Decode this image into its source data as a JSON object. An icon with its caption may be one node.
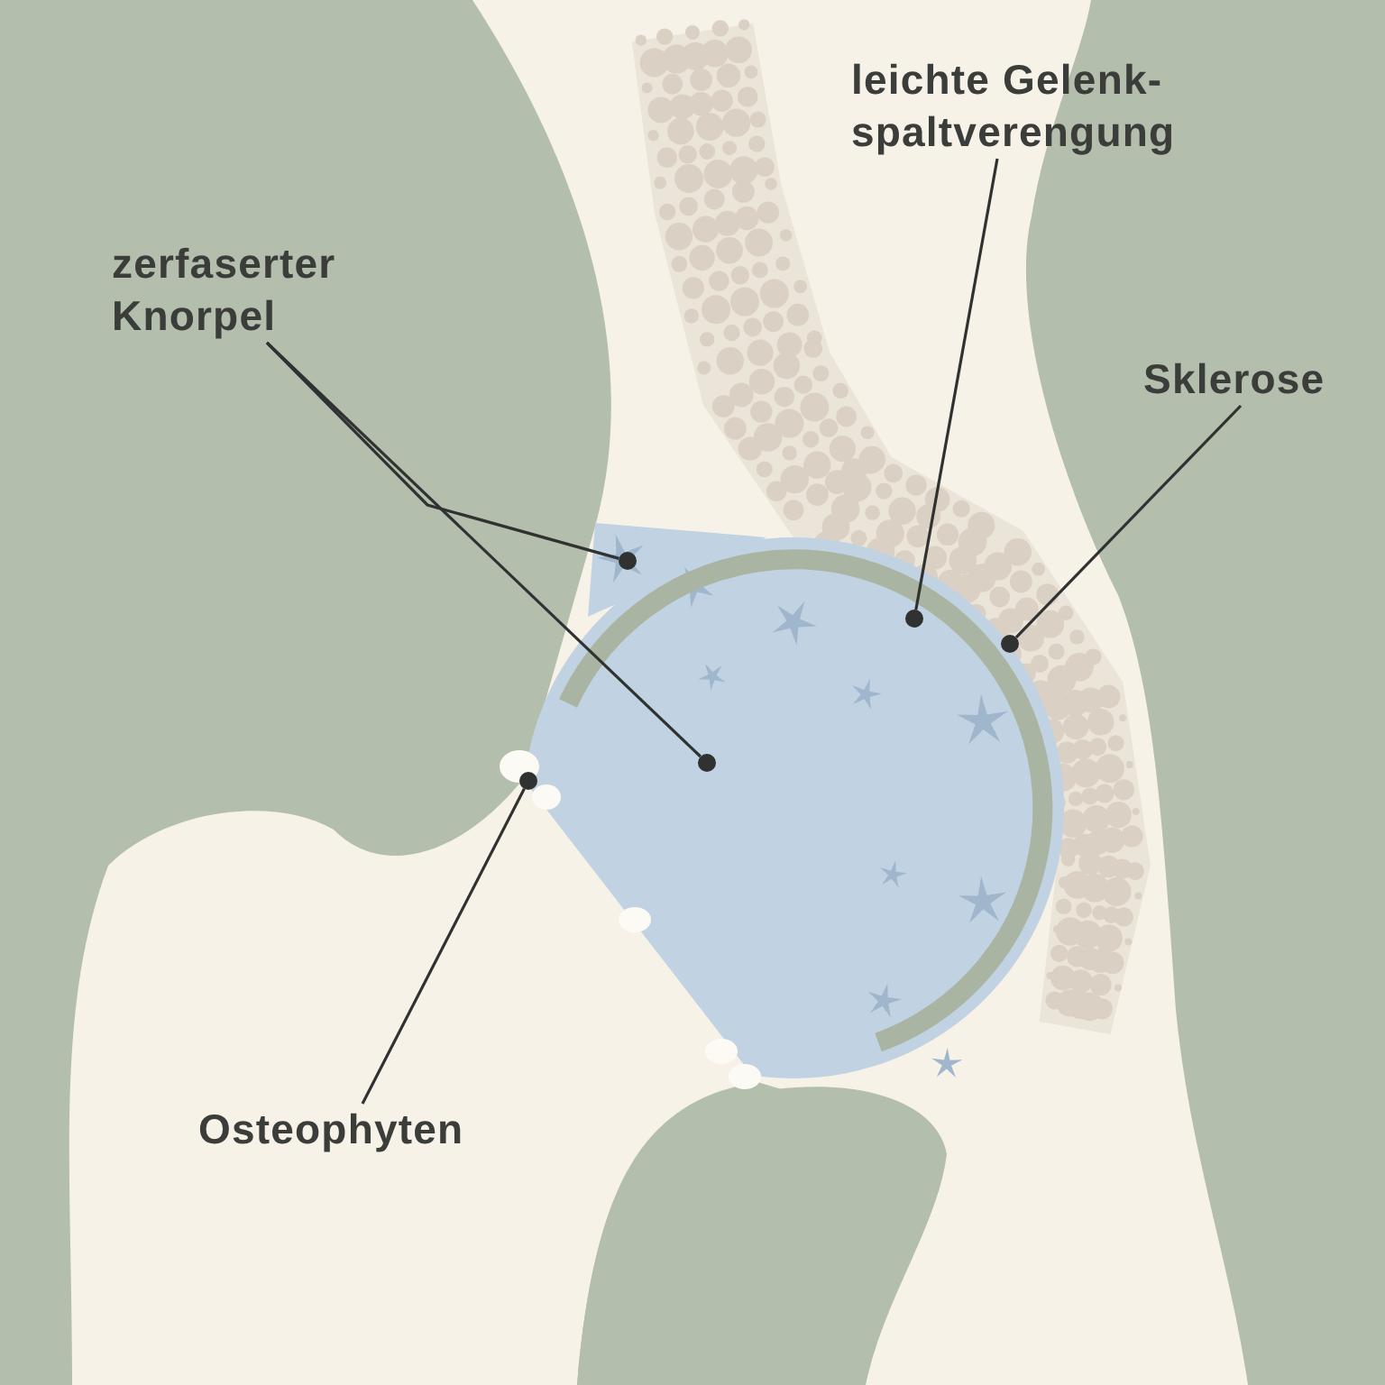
{
  "diagram": {
    "nodes": [
      {
        "text": [
          "zerfaserter Knorpel"
        ]
      },
      {
        "text": [],
        "shape": "circle"
      },
      {
        "text": [],
        "shape": "circle"
      },
      {
        "text": [
          "leichte Gelenk- spaltverengung"
        ]
      },
      {
        "text": [],
        "shape": "circle"
      },
      {
        "text": [
          "Sklerose"
        ]
      },
      {
        "text": [],
        "shape": "circle"
      },
      {
        "text": [
          "Osteophyten"
        ]
      },
      {
        "text": [],
        "shape": "circle"
      }
    ],
    "edges": [
      {
        "from": 0,
        "to": 1,
        "arrow": "none"
      },
      {
        "from": 0,
        "to": 2,
        "arrow": "none"
      },
      {
        "from": 3,
        "to": 4,
        "arrow": "none"
      },
      {
        "from": 5,
        "to": 6,
        "arrow": "none"
      },
      {
        "from": 7,
        "to": 8,
        "arrow": "none"
      }
    ]
  }
}
